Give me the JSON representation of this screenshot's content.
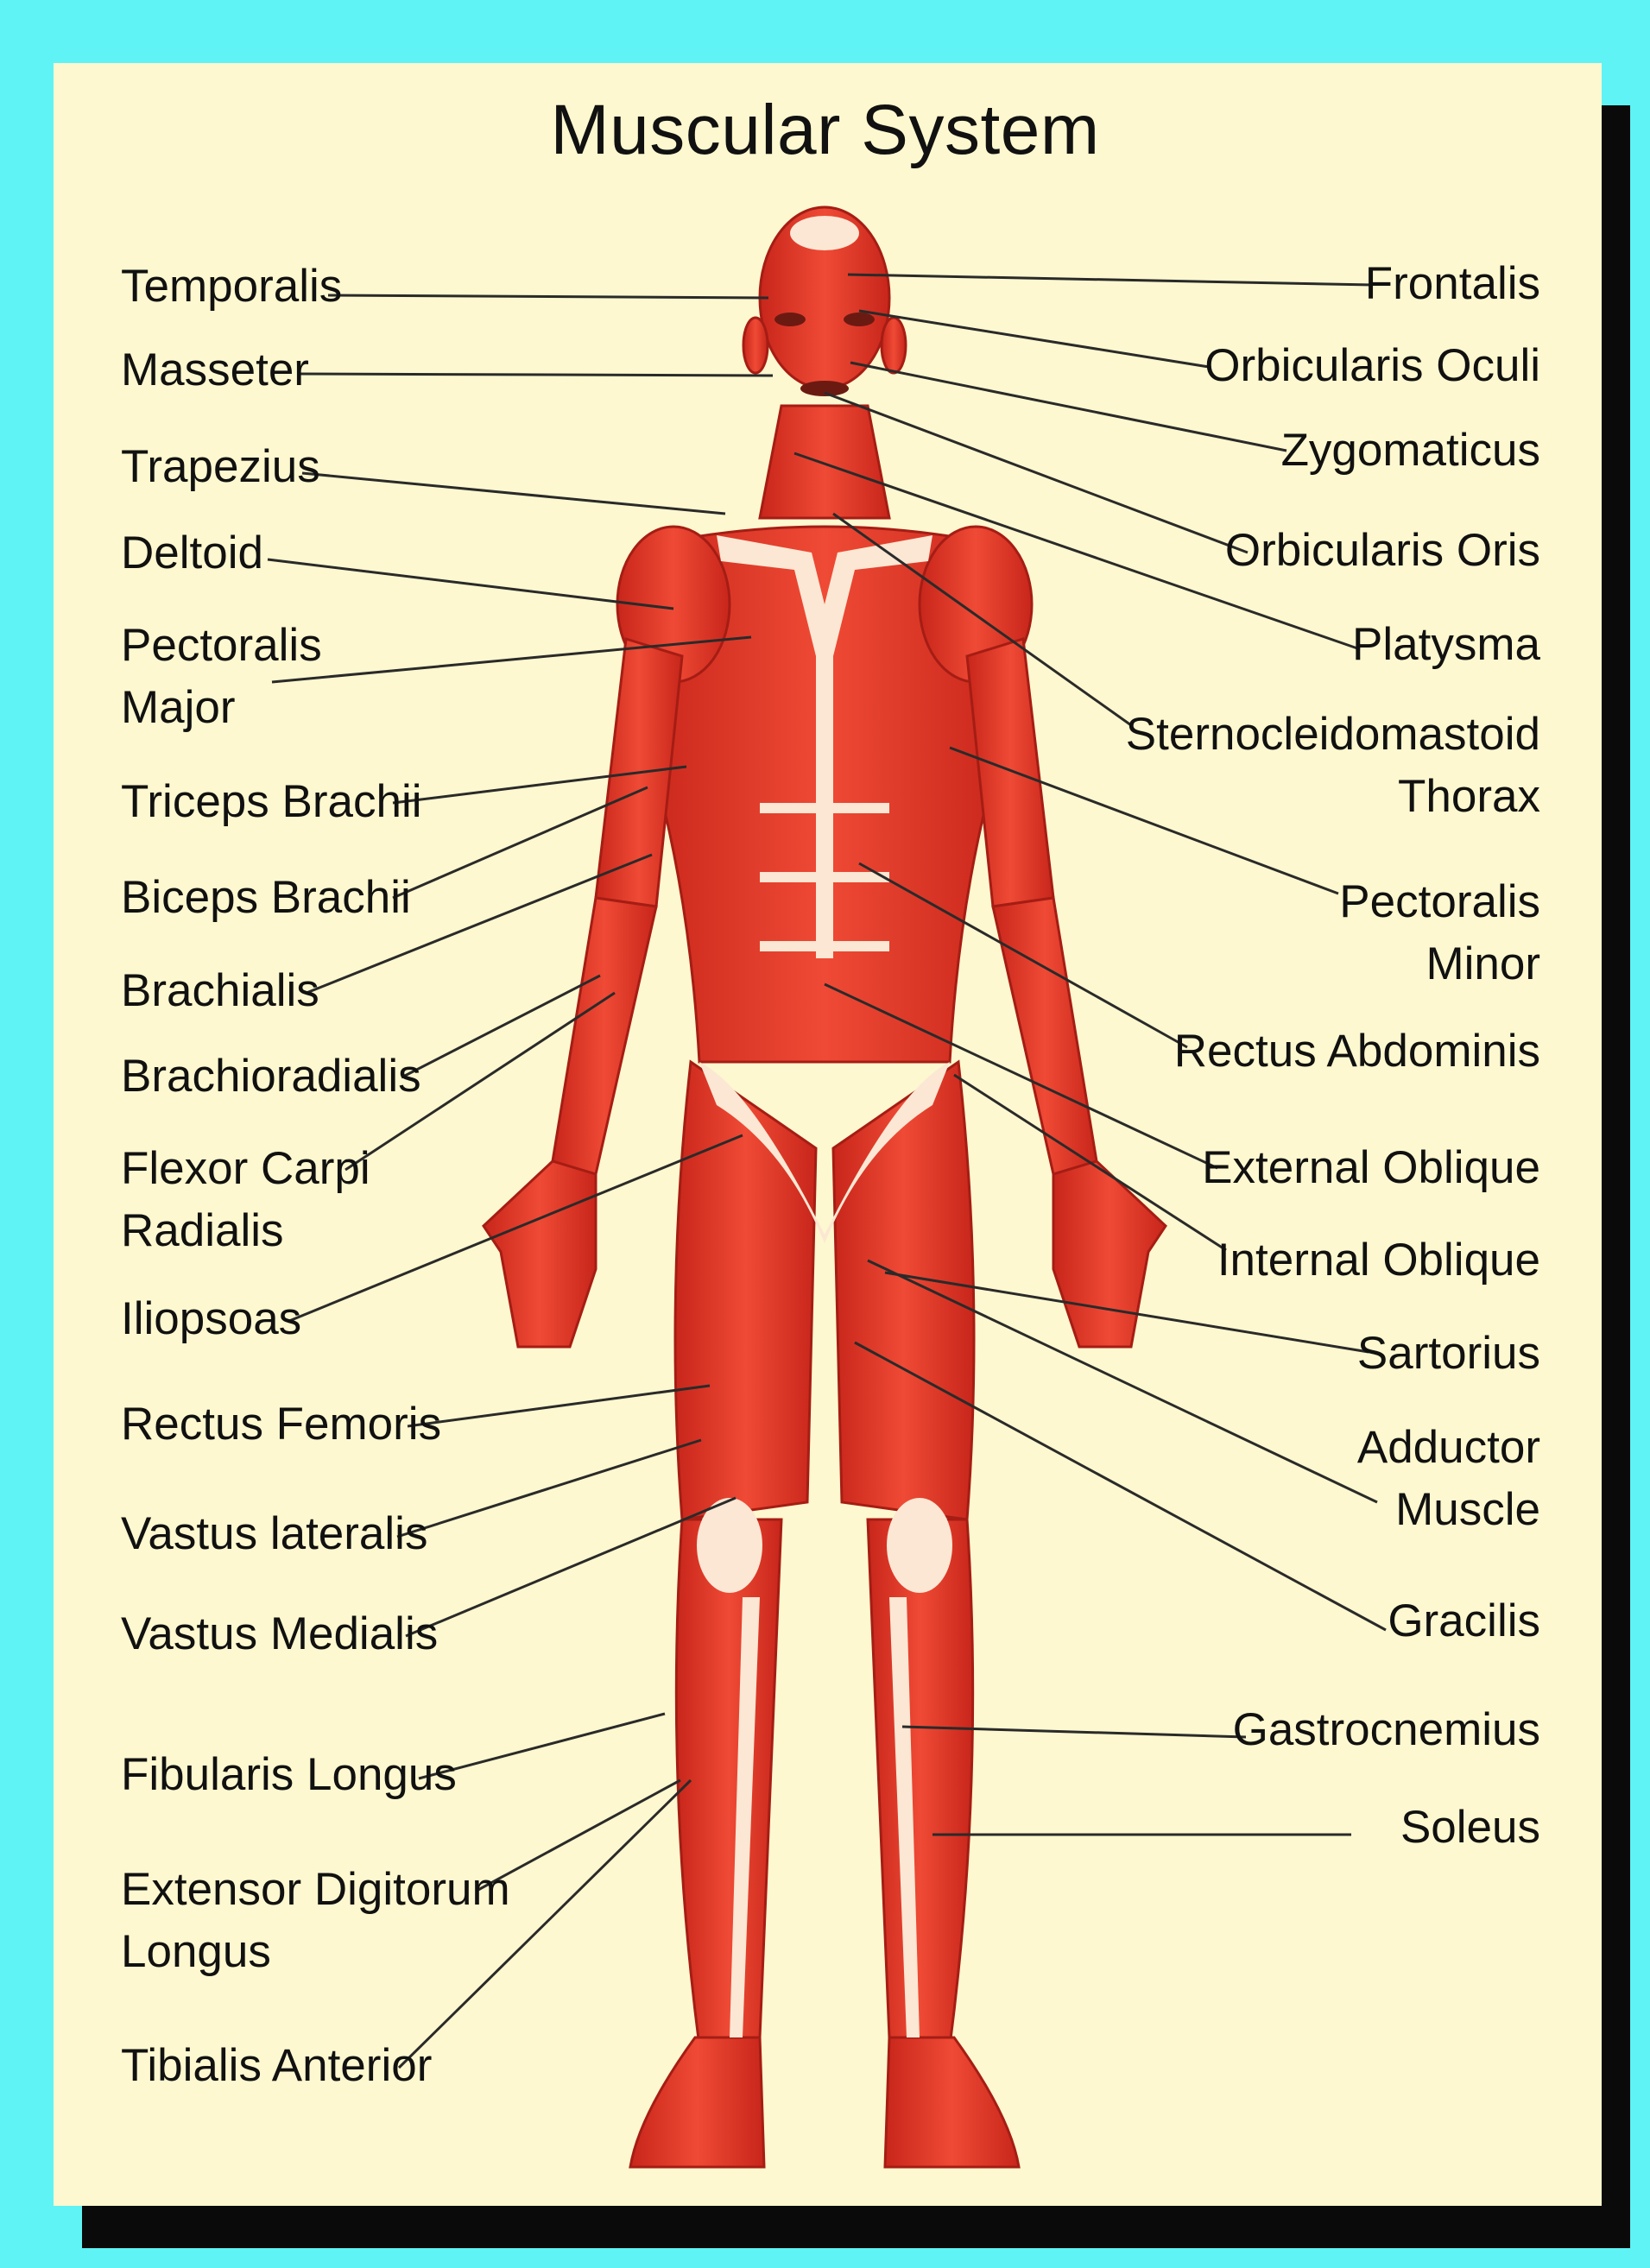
{
  "title": "Muscular System",
  "colors": {
    "background": "#5ff3f6",
    "card": "#fdf8cf",
    "muscle": "#e8402f",
    "tendon": "#fbe7d3",
    "leader": "#2a2a2a"
  },
  "labels": {
    "left": [
      {
        "id": "temporalis",
        "text": "Temporalis"
      },
      {
        "id": "masseter",
        "text": "Masseter"
      },
      {
        "id": "trapezius",
        "text": "Trapezius"
      },
      {
        "id": "deltoid",
        "text": "Deltoid"
      },
      {
        "id": "pectoralis-major",
        "line1": "Pectoralis",
        "line2": "Major"
      },
      {
        "id": "triceps-brachii",
        "text": "Triceps Brachii"
      },
      {
        "id": "biceps-brachii",
        "text": "Biceps Brachii"
      },
      {
        "id": "brachialis",
        "text": "Brachialis"
      },
      {
        "id": "brachioradialis",
        "text": "Brachioradialis"
      },
      {
        "id": "flexor-carpi-radialis",
        "line1": "Flexor Carpi",
        "line2": "Radialis"
      },
      {
        "id": "iliopsoas",
        "text": "Iliopsoas"
      },
      {
        "id": "rectus-femoris",
        "text": "Rectus Femoris"
      },
      {
        "id": "vastus-lateralis",
        "text": "Vastus lateralis"
      },
      {
        "id": "vastus-medialis",
        "text": "Vastus Medialis"
      },
      {
        "id": "fibularis-longus",
        "text": "Fibularis Longus"
      },
      {
        "id": "extensor-digitorum-longus",
        "line1": "Extensor Digitorum",
        "line2": "Longus"
      },
      {
        "id": "tibialis-anterior",
        "text": "Tibialis Anterior"
      }
    ],
    "right": [
      {
        "id": "frontalis",
        "text": "Frontalis"
      },
      {
        "id": "orbicularis-oculi",
        "text": "Orbicularis Oculi"
      },
      {
        "id": "zygomaticus",
        "text": "Zygomaticus"
      },
      {
        "id": "orbicularis-oris",
        "text": "Orbicularis Oris"
      },
      {
        "id": "platysma",
        "text": "Platysma"
      },
      {
        "id": "sternocleidomastoid",
        "line1": "Sternocleidomastoid",
        "line2": "Thorax"
      },
      {
        "id": "pectoralis-minor",
        "line1": "Pectoralis",
        "line2": "Minor"
      },
      {
        "id": "rectus-abdominis",
        "text": "Rectus Abdominis"
      },
      {
        "id": "external-oblique",
        "text": "External Oblique"
      },
      {
        "id": "internal-oblique",
        "text": "Internal Oblique"
      },
      {
        "id": "sartorius",
        "text": "Sartorius"
      },
      {
        "id": "adductor-muscle",
        "line1": "Adductor",
        "line2": "Muscle"
      },
      {
        "id": "gracilis",
        "text": "Gracilis"
      },
      {
        "id": "gastrocnemius",
        "text": "Gastrocnemius"
      },
      {
        "id": "soleus",
        "text": "Soleus"
      }
    ]
  }
}
